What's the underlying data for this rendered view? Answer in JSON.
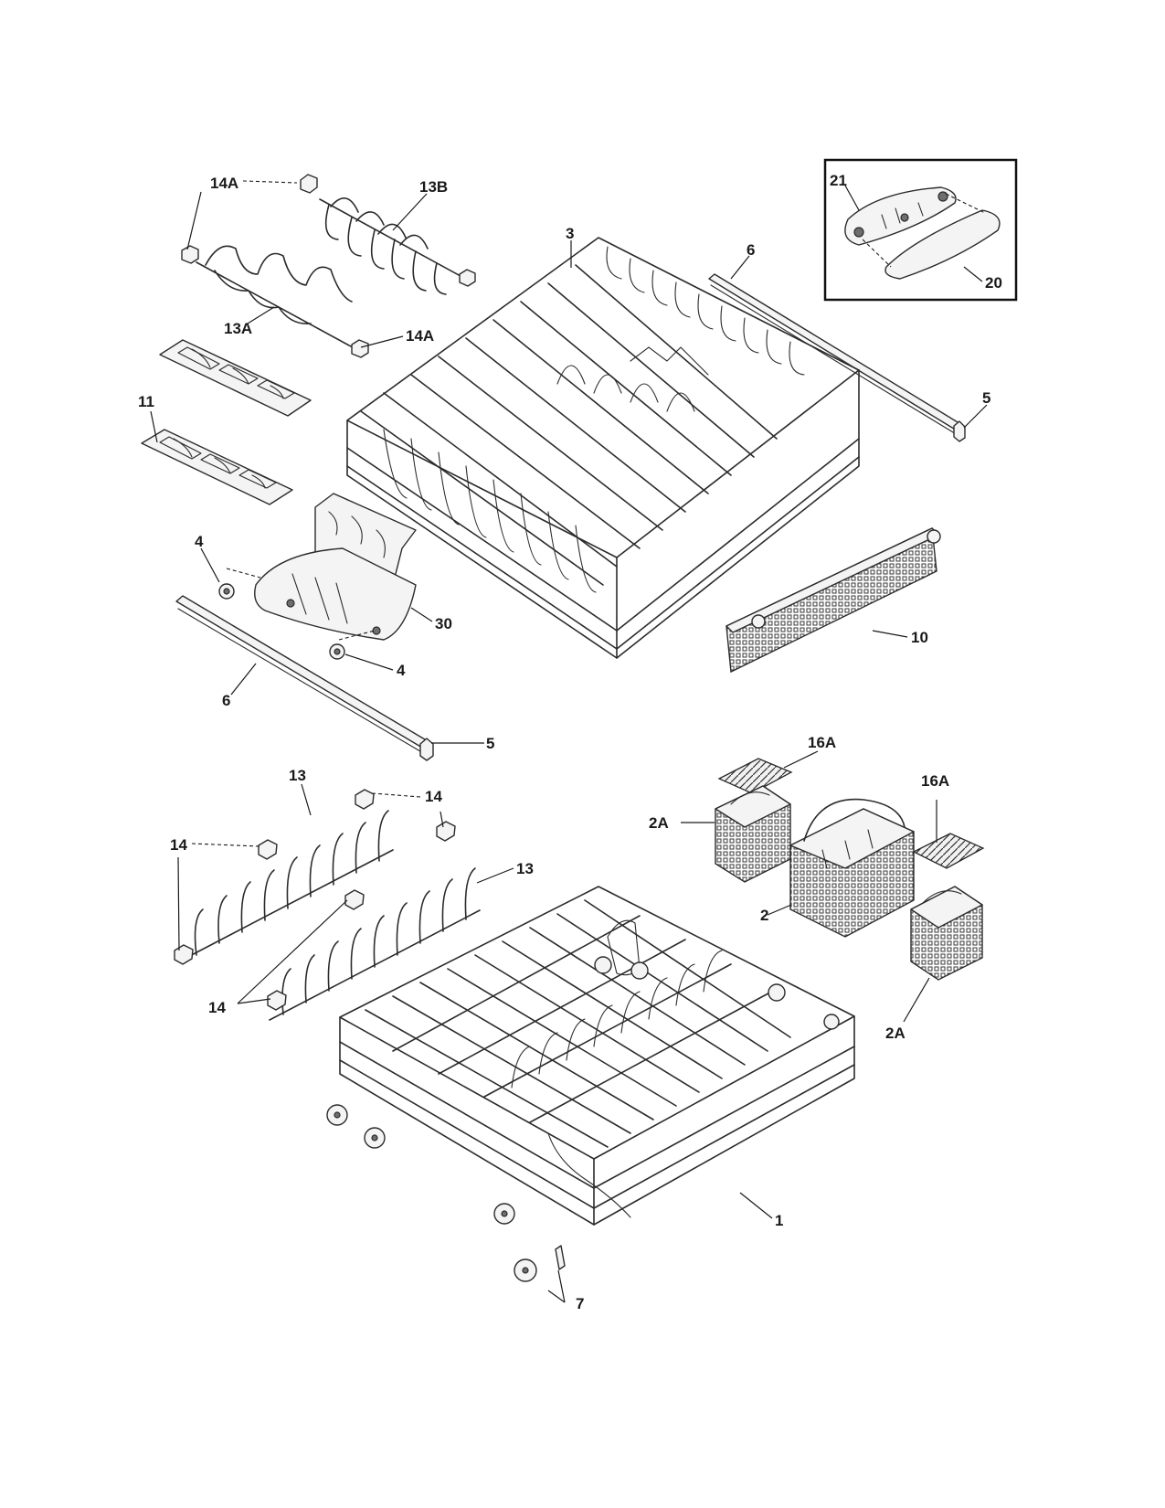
{
  "diagram": {
    "labels": {
      "l_14a_top": "14A",
      "l_13b": "13B",
      "l_13a": "13A",
      "l_14a_mid": "14A",
      "l_3": "3",
      "l_6_top": "6",
      "l_21": "21",
      "l_20": "20",
      "l_5_top": "5",
      "l_11": "11",
      "l_4_left": "4",
      "l_30": "30",
      "l_4_right": "4",
      "l_10": "10",
      "l_6_bottom": "6",
      "l_5_bottom": "5",
      "l_16a_top": "16A",
      "l_13_top": "13",
      "l_14_a": "14",
      "l_14_b": "14",
      "l_13_right": "13",
      "l_16a_right": "16A",
      "l_2a_top": "2A",
      "l_2": "2",
      "l_14_c": "14",
      "l_2a_bottom": "2A",
      "l_1": "1",
      "l_7": "7"
    }
  }
}
